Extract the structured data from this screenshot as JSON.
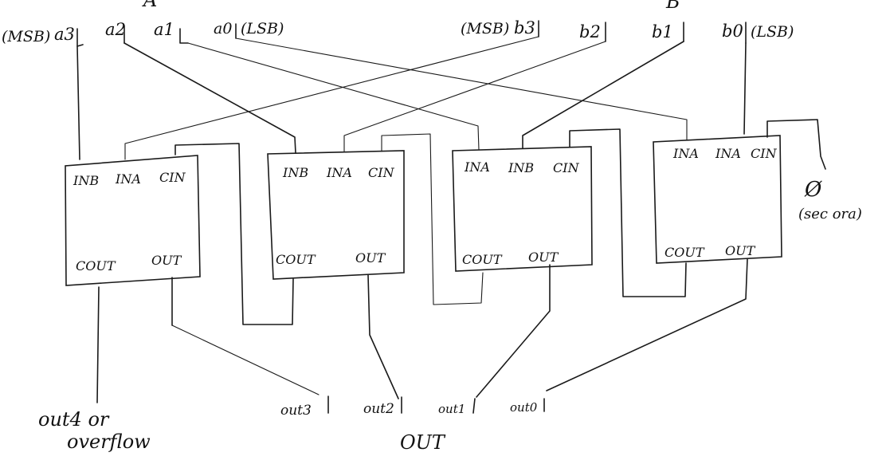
{
  "bus_labels": {
    "a": "A",
    "b": "B"
  },
  "inputs_a": [
    {
      "name": "a3",
      "note": "(MSB)"
    },
    {
      "name": "a2",
      "note": ""
    },
    {
      "name": "a1",
      "note": ""
    },
    {
      "name": "a0",
      "note": "(LSB)"
    }
  ],
  "inputs_b": [
    {
      "name": "b3",
      "note": "(MSB)"
    },
    {
      "name": "b2",
      "note": ""
    },
    {
      "name": "b1",
      "note": ""
    },
    {
      "name": "b0",
      "note": "(LSB)"
    }
  ],
  "adders": [
    {
      "ports_top": [
        "INB",
        "INA",
        "CIN"
      ],
      "ports_bottom": [
        "COUT",
        "OUT"
      ]
    },
    {
      "ports_top": [
        "INB",
        "INA",
        "CIN"
      ],
      "ports_bottom": [
        "COUT",
        "OUT"
      ]
    },
    {
      "ports_top": [
        "INA",
        "INB",
        "CIN"
      ],
      "ports_bottom": [
        "COUT",
        "OUT"
      ]
    },
    {
      "ports_top": [
        "INA",
        "INA",
        "CIN"
      ],
      "ports_bottom": [
        "COUT",
        "OUT"
      ]
    }
  ],
  "carry_in_note": {
    "symbol": "Ø",
    "text": "(sec ora)"
  },
  "outputs": [
    "out3",
    "out2",
    "out1",
    "out0"
  ],
  "overflow_label": {
    "line1": "out4 or",
    "line2": "overflow"
  },
  "out_label": "OUT"
}
